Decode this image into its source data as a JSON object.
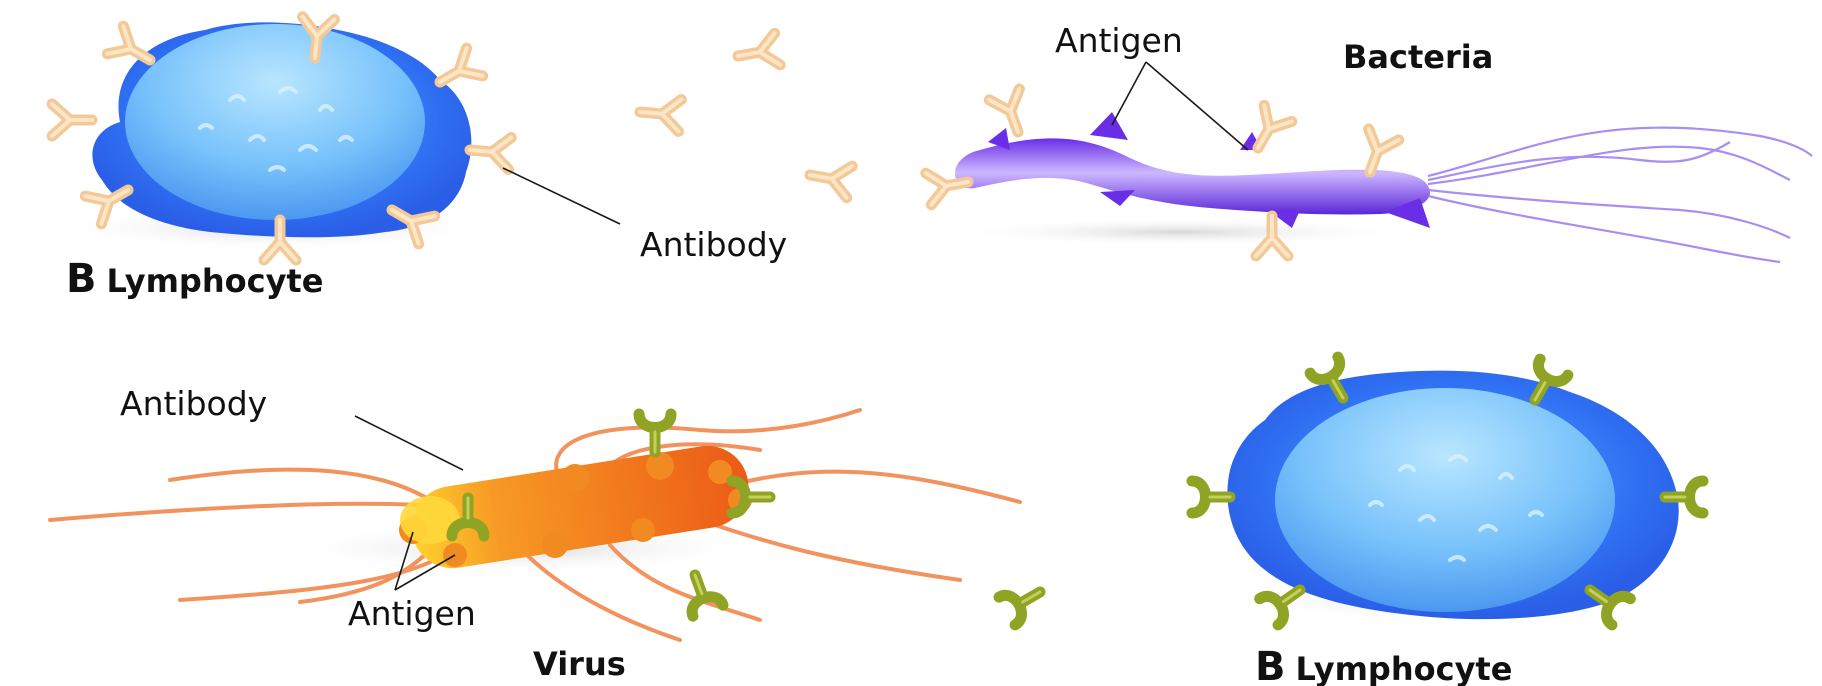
{
  "panels": {
    "b_cell_top": {
      "title_letter": "B",
      "title_rest": "Lymphocyte",
      "label_antibody": "Antibody"
    },
    "bacteria": {
      "title": "Bacteria",
      "label_antigen": "Antigen"
    },
    "virus": {
      "title": "Virus",
      "label_antibody": "Antibody",
      "label_antigen": "Antigen"
    },
    "b_cell_bottom": {
      "title_letter": "B",
      "title_rest": "Lymphocyte"
    }
  },
  "colors": {
    "cell_outer": "#2d6df0",
    "cell_inner": "#8fd0fb",
    "antibody_tan": "#f5cfa0",
    "antibody_green": "#9aae2d",
    "bacteria_body": "#7b3ff0",
    "flagella": "#a98ef2",
    "virus_body": "#f07a22",
    "virus_fibers": "#f2a070"
  }
}
